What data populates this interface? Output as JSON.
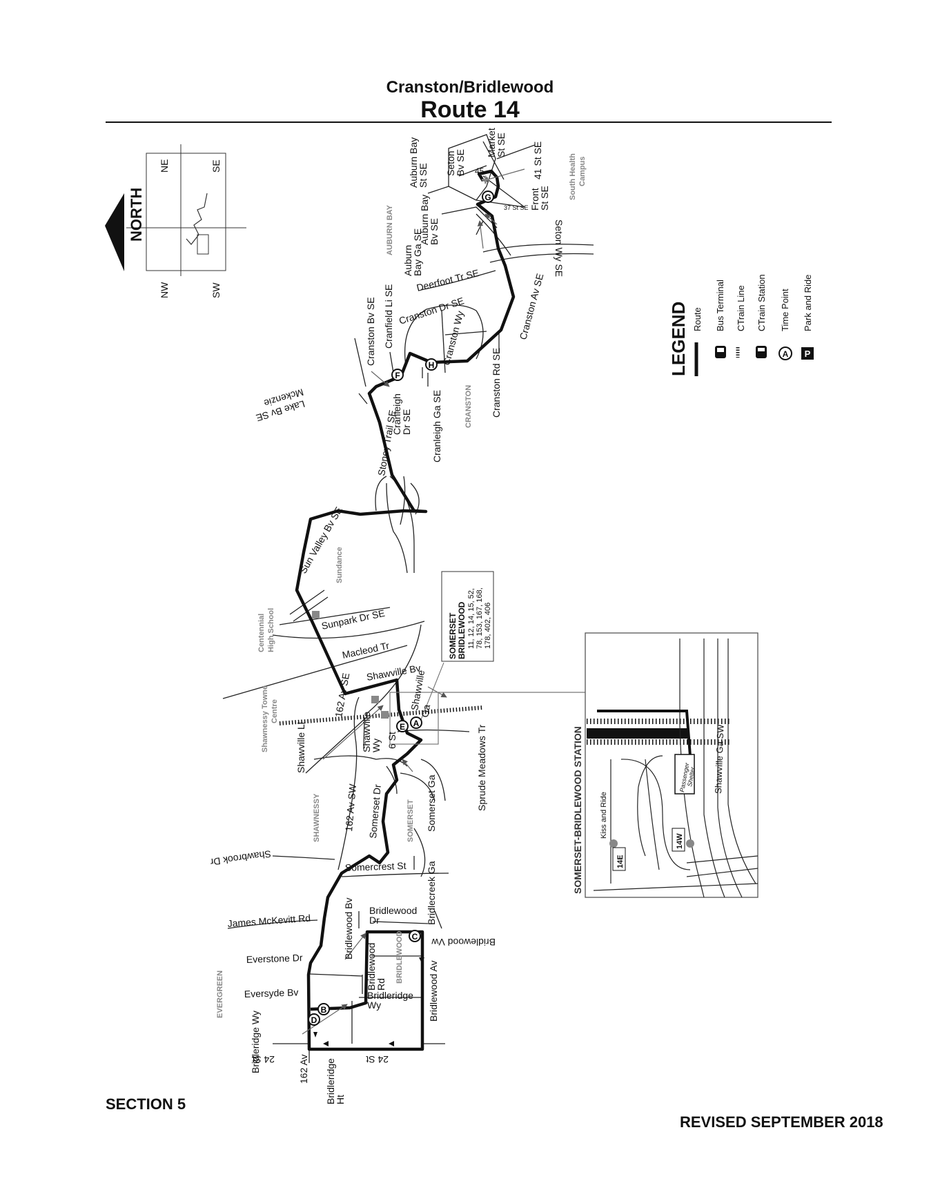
{
  "header": {
    "subtitle": "Cranston/Bridlewood",
    "title": "Route 14"
  },
  "footer": {
    "section": "SECTION 5",
    "revised": "REVISED SEPTEMBER 2018"
  },
  "compass": {
    "north_label": "NORTH",
    "quadrants": [
      "NE",
      "SE",
      "NW",
      "SW"
    ]
  },
  "legend": {
    "title": "LEGEND",
    "items": [
      {
        "icon": "route-line-icon",
        "label": "Route"
      },
      {
        "icon": "bus-terminal-icon",
        "label": "Bus Terminal"
      },
      {
        "icon": "ctrain-line-icon",
        "label": "CTrain Line"
      },
      {
        "icon": "ctrain-station-icon",
        "label": "CTrain Station"
      },
      {
        "icon": "time-point-icon",
        "label": "Time Point",
        "symbol": "A"
      },
      {
        "icon": "park-and-ride-icon",
        "label": "Park and Ride",
        "symbol": "P"
      }
    ]
  },
  "station_box": {
    "name_line1": "SOMERSET",
    "name_line2": "BRIDLEWOOD",
    "routes_line1": "11, 12, 14, 15, 52,",
    "routes_line2": "78, 153, 167, 168,",
    "routes_line3": "178, 402, 406"
  },
  "inset": {
    "title": "SOMERSET-BRIDLEWOOD STATION",
    "labels": {
      "kiss_ride": "Kiss and Ride",
      "shelter_1": "Passenger",
      "shelter_2": "Shelter",
      "street": "Shawville Ga SW",
      "stop_e": "14E",
      "stop_w": "14W"
    }
  },
  "time_points": [
    "A",
    "B",
    "C",
    "D",
    "E",
    "F",
    "G",
    "H"
  ],
  "areas": {
    "auburn_bay": "AUBURN BAY",
    "south_health_1": "South Health",
    "south_health_2": "Campus",
    "cranston": "CRANSTON",
    "sundance": "Sundance",
    "centennial_1": "Centennial",
    "centennial_2": "High School",
    "shawnessy_tc_1": "Shawnessy Towne",
    "shawnessy_tc_2": "Centre",
    "shawnessy": "SHAWNESSY",
    "somerset": "SOMERSET",
    "bridlewood": "BRIDLEWOOD",
    "evergreen": "EVERGREEN"
  },
  "streets": {
    "seton_bv_1": "Seton",
    "seton_bv_2": "Bv SE",
    "market_1": "Market",
    "market_2": "St SE",
    "st41": "41 St SE",
    "auburn_bay_st_1": "Auburn Bay",
    "auburn_bay_st_2": "St SE",
    "st45": "45",
    "st37": "37 St SE",
    "auburn_bay_bv_1": "Auburn Bay",
    "auburn_bay_bv_2": "Bv SE",
    "front_1": "Front",
    "front_2": "St SE",
    "seton_wy": "Seton Wy SE",
    "auburn_bay_ga_1": "Auburn",
    "auburn_bay_ga_2": "Bay Ga SE",
    "deerfoot": "Deerfoot Tr SE",
    "cranston_av": "Cranston Av SE",
    "cranston_dr": "Cranston Dr SE",
    "cranfield": "Cranfield Li SE",
    "cranston_bv": "Cranston Bv SE",
    "cranston_wy": "Cranston Wy",
    "cranston_rd": "Cranston Rd SE",
    "mckenzie_1": "Mckenzie",
    "mckenzie_2": "Lake Bv SE",
    "cranleigh_dr_1": "Cranleigh",
    "cranleigh_dr_2": "Dr SE",
    "cranleigh_ga": "Cranleigh Ga SE",
    "stoney": "Stoney Trail SE",
    "sun_valley": "Sun Valley Bv SE",
    "sunpark": "Sunpark Dr SE",
    "macleod": "Macleod Tr",
    "shawville_bv": "Shawville Bv",
    "av162_se": "162 Av SE",
    "shawville_ga_1": "Shawville",
    "shawville_ga_2": "Ga",
    "shawville_li": "Shawville Li",
    "shawville_wy_1": "Shawville",
    "shawville_wy_2": "Wy",
    "st6": "6 St",
    "sprude": "Sprude Meadows Tr",
    "somerset_dr": "Somerset Dr",
    "somerset_ga": "Somerset Ga",
    "av162_sw": "162 Av SW",
    "shawbrook": "Shawbrook Dr",
    "somercrest": "Somercrest St",
    "bridlecreek": "Bridlecreek Ga",
    "james": "James McKevitt Rd",
    "bridlewood_bv": "Bridlewood Bv",
    "bridlewood_dr_1": "Bridlewood",
    "bridlewood_dr_2": "Dr",
    "bridlewood_vw": "Bridlewood Vw",
    "everstone": "Everstone Dr",
    "bridlewood_rd_1": "Bridlewood",
    "bridlewood_rd_2": "Rd",
    "bridlewood_av": "Bridlewood Av",
    "eversyde": "Eversyde Bv",
    "bridleridge_wy_1": "Bridleridge",
    "bridleridge_wy_2": "Wy",
    "bridleridge_wy_left": "Bridleridge Wy",
    "st24_left": "24 St",
    "av162": "162 Av",
    "st24": "24 St",
    "bridleridge_ht_1": "Bridleridge",
    "bridleridge_ht_2": "Ht"
  }
}
